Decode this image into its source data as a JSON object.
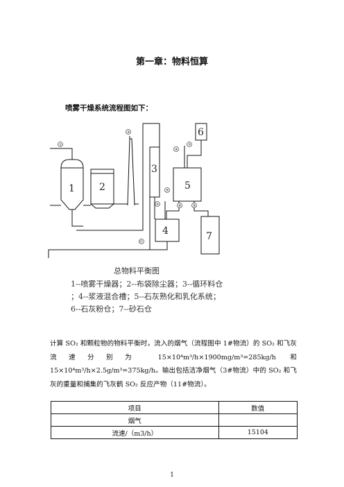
{
  "document": {
    "chapter_title": "第一章：物料恒算",
    "flow_intro": "喷雾干燥系统流程图如下：",
    "diagram": {
      "unit_labels": [
        "1",
        "2",
        "3",
        "4",
        "5",
        "6",
        "7"
      ],
      "stream_labels": [
        "①",
        "②",
        "③",
        "④",
        "⑤",
        "⑥",
        "⑦",
        "⑧",
        "⑨",
        "⑩",
        "⑪"
      ],
      "caption": "总物料平衡图",
      "legend_lines": [
        "1--喷雾干燥器；2--布袋除尘器；3--循环料仓",
        "；4--浆液混合槽；5--石灰熟化和乳化系统；",
        "6--石灰粉仓；7--砂石仓"
      ]
    },
    "paragraph": "计算 SO₂ 和颗粒物的物料平衡时，流入的烟气（流程图中 1#物流）的 SO₂ 和飞灰流速分别为 15×10⁴m³/h×1900mg/m³=285kg/h 和 15×10⁴m³/h×2.5g/m³=375kg/h。输出包括洁净烟气（3#物流）中的 SO₂ 和飞灰的重量和捕集的飞灰鹤 SO₂ 反应产物（11#物流）。",
    "table": {
      "header": [
        "项目",
        "数值"
      ],
      "rows": [
        [
          "烟气",
          ""
        ],
        [
          "流速/（m3/h）",
          "15104"
        ]
      ]
    },
    "page_number": "1"
  }
}
